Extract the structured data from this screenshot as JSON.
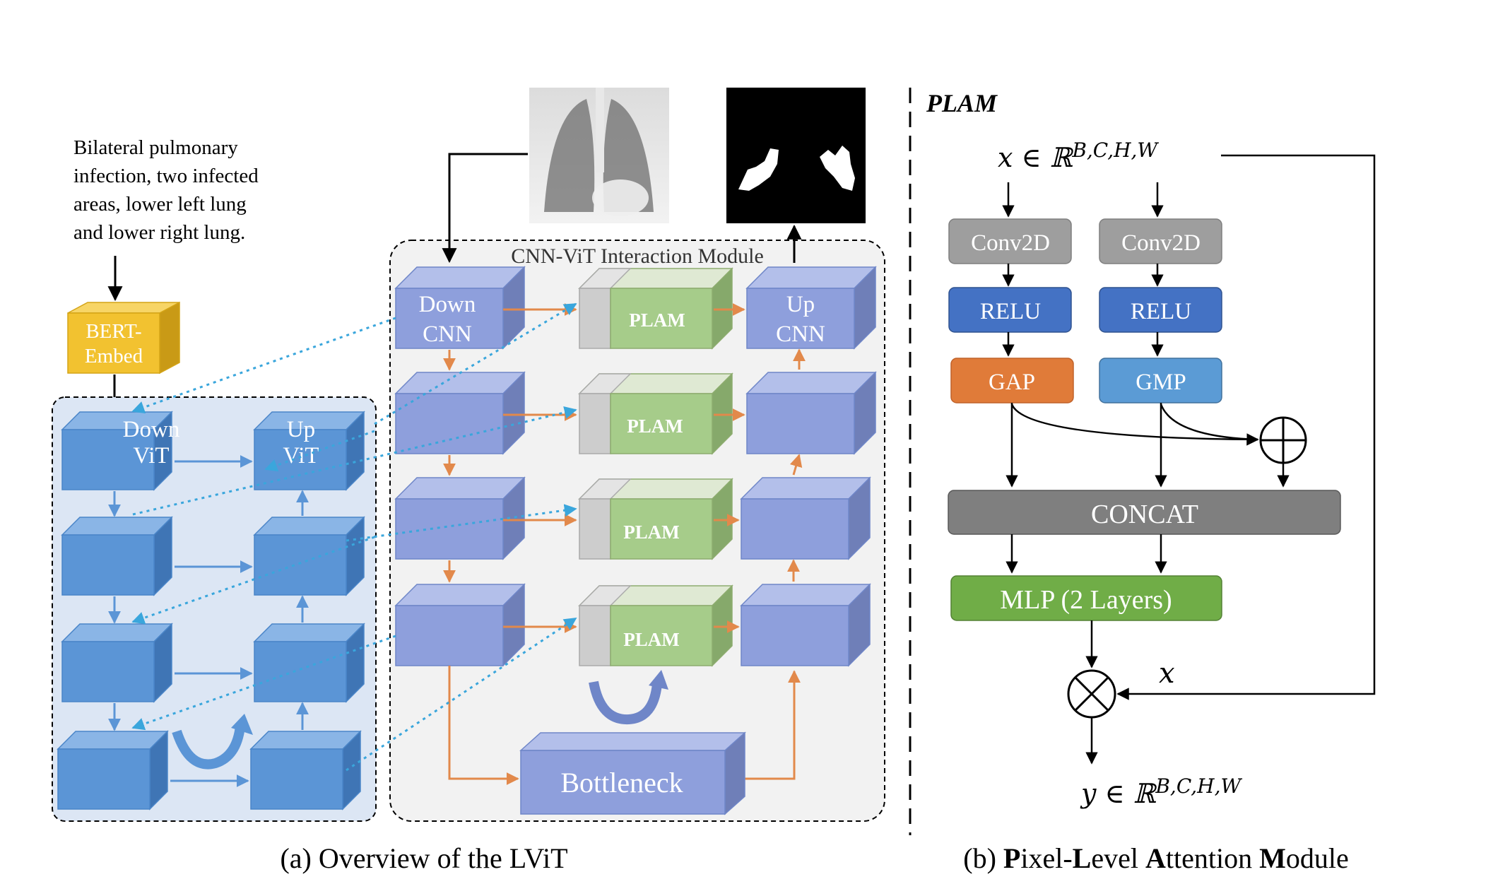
{
  "left_panel": {
    "input_text_lines": [
      "Bilateral pulmonary",
      "infection, two infected",
      "areas, lower left lung",
      "and lower right lung."
    ],
    "bert_label_lines": [
      "BERT-",
      "Embed"
    ],
    "vit_down_lines": [
      "Down",
      "ViT"
    ],
    "vit_up_lines": [
      "Up",
      "ViT"
    ],
    "module_title": "CNN-ViT Interaction Module",
    "cnn_down_lines": [
      "Down",
      "CNN"
    ],
    "cnn_up_lines": [
      "Up",
      "CNN"
    ],
    "plam_label": "PLAM",
    "bottleneck_label": "Bottleneck",
    "caption": "(a) Overview of the LViT"
  },
  "right_panel": {
    "title": "PLAM",
    "input_math": "x ∈ ℝ",
    "input_sup": "B,C,H,W",
    "conv_label": "Conv2D",
    "relu_label": "RELU",
    "gap_label": "GAP",
    "gmp_label": "GMP",
    "concat_label": "CONCAT",
    "mlp_label": "MLP (2 Layers)",
    "skip_label": "x",
    "output_math": "y ∈ ℝ",
    "output_sup": "B,C,H,W",
    "caption_parts": [
      {
        "t": "(b) ",
        "b": false
      },
      {
        "t": "P",
        "b": true
      },
      {
        "t": "ixel-",
        "b": false
      },
      {
        "t": "L",
        "b": true
      },
      {
        "t": "evel ",
        "b": false
      },
      {
        "t": "A",
        "b": true
      },
      {
        "t": "ttention ",
        "b": false
      },
      {
        "t": "M",
        "b": true
      },
      {
        "t": "odule",
        "b": false
      }
    ]
  },
  "colors": {
    "vit_cube": "#5b95d6",
    "cnn_cube": "#8e9fdc",
    "plam_green": "#a6cc8a",
    "plam_gray": "#cdcdcd",
    "bert": "#f2c230",
    "orange_arrow": "#e2894b",
    "blue_dotted": "#3aa6dc",
    "conv_gray": "#9e9e9e",
    "relu_blue": "#4472c4",
    "gap_orange": "#e07b39",
    "gmp_blue": "#5b9bd5",
    "concat_gray": "#7f7f7f",
    "mlp_green": "#70ad47"
  }
}
